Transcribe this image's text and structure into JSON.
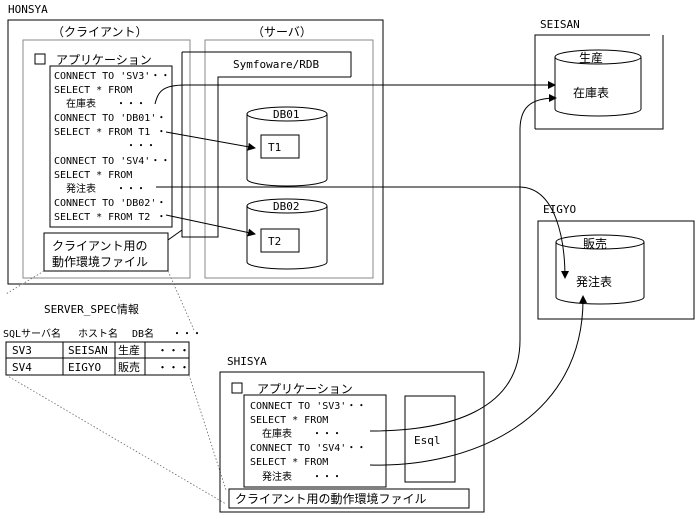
{
  "honsya": {
    "title": "HONSYA",
    "client_label": "（クライアント）",
    "server_label": "（サーバ）",
    "app_label": "アプリケーション",
    "code_lines": [
      "CONNECT TO 'SV3'・・",
      "SELECT * FROM",
      "在庫表　　・・・",
      "CONNECT TO 'DB01'・",
      "SELECT * FROM T1 ・",
      "・・・",
      "CONNECT TO 'SV4'・・",
      "SELECT * FROM",
      "発注表　　・・・",
      "CONNECT TO 'DB02'・",
      "SELECT * FROM T2 ・"
    ],
    "env_file_label_1": "クライアント用の",
    "env_file_label_2": "動作環境ファイル",
    "rdb_label": "Symfoware/RDB",
    "db1_name": "DB01",
    "db1_table": "T1",
    "db2_name": "DB02",
    "db2_table": "T2"
  },
  "seisan": {
    "title": "SEISAN",
    "db_name": "生産",
    "table": "在庫表"
  },
  "eigyo": {
    "title": "EIGYO",
    "db_name": "販売",
    "table": "発注表"
  },
  "server_spec": {
    "title": "SERVER_SPEC情報",
    "headers": [
      "SQLサーバ名",
      "ホスト名",
      "DB名",
      "・・・"
    ],
    "rows": [
      [
        "SV3",
        "SEISAN",
        "生産",
        "・・・"
      ],
      [
        "SV4",
        "EIGYO",
        "販売",
        "・・・"
      ]
    ]
  },
  "shisya": {
    "title": "SHISYA",
    "app_label": "アプリケーション",
    "code_lines": [
      "CONNECT TO 'SV3'・・",
      "SELECT * FROM",
      "在庫表　　・・・",
      "CONNECT TO 'SV4'・・",
      "SELECT * FROM",
      "発注表　　・・・"
    ],
    "esql_label": "Esql",
    "env_file_label": "クライアント用の動作環境ファイル"
  }
}
